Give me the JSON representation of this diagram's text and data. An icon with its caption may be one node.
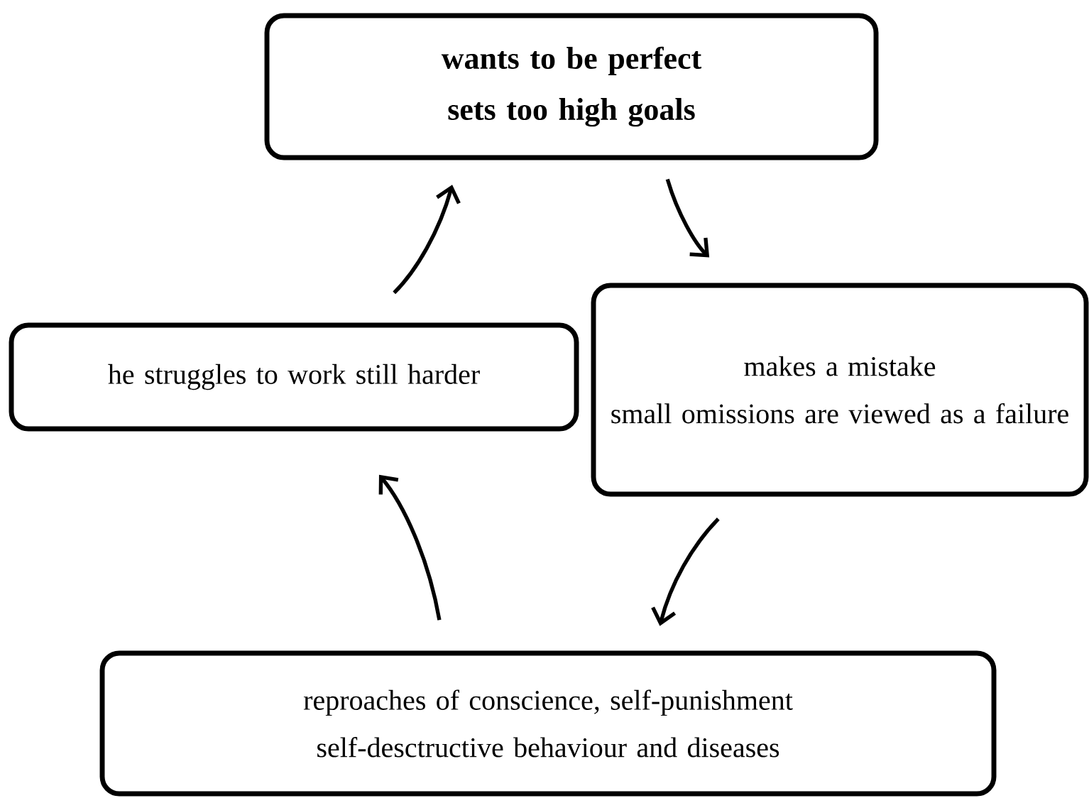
{
  "diagram": {
    "nodes": [
      {
        "text": [
          "wants to be perfect",
          "sets too high goals"
        ]
      },
      {
        "text": [
          "makes a mistake",
          "small omissions are viewed as a failure"
        ]
      },
      {
        "text": [
          "reproaches of conscience, self-punishment",
          "self-desctructive behaviour and diseases"
        ]
      },
      {
        "text": [
          "he struggles to work still harder"
        ]
      }
    ],
    "edges": [
      {
        "from": 0,
        "to": 1,
        "arrow": "to"
      },
      {
        "from": 1,
        "to": 2,
        "arrow": "to"
      },
      {
        "from": 2,
        "to": 3,
        "arrow": "to"
      },
      {
        "from": 3,
        "to": 0,
        "arrow": "to"
      }
    ]
  }
}
